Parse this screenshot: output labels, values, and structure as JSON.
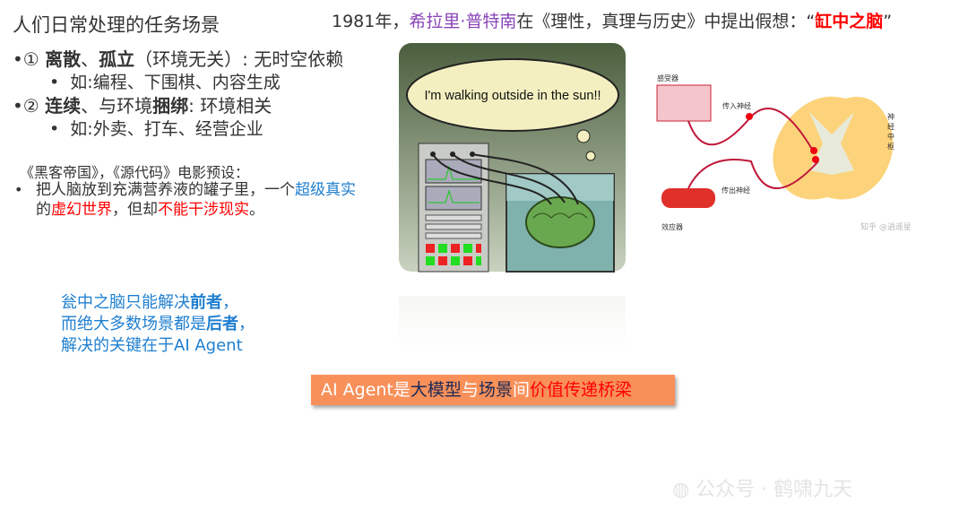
{
  "left": {
    "title": "人们日常处理的任务场景",
    "item1": {
      "num": "①",
      "bold1": "离散",
      "sep": "、",
      "bold2": "孤立",
      "rest": "（环境无关）: 无时空依赖",
      "example": "如:编程、下围棋、内容生成"
    },
    "item2": {
      "num": "②",
      "bold1": "连续",
      "mid": "、与环境",
      "bold2": "捆绑",
      "rest": ": 环境相关",
      "example": "如:外卖、打车、经营企业"
    },
    "movies": "《黑客帝国》，《源代码》电影预设：",
    "premise": {
      "p1": "把人脑放到充满营养液的罐子里，一个",
      "blue": "超级真实",
      "p2": "的",
      "red1": "虚幻世界",
      "p3": "，但却",
      "red2": "不能干涉现实",
      "p4": "。"
    },
    "conclusion": {
      "l1a": "瓮中之脑只能解决",
      "l1b": "前者",
      "l1c": "，",
      "l2a": "而绝大多数场景都是",
      "l2b": "后者",
      "l2c": "，",
      "l3": "解决的关键在于AI Agent"
    }
  },
  "header": {
    "year": "1981年，",
    "person": "希拉里·普特南",
    "mid": "在《理性，真理与历史》中提出假想：“",
    "term": "缸中之脑",
    "end": "”"
  },
  "illustration": {
    "speech": "I'm walking outside in the sun!!"
  },
  "nerve_diagram": {
    "receptor": "感受器",
    "afferent": "传入神经",
    "center": "神经中枢",
    "efferent": "传出神经",
    "effector": "效应器",
    "watermark": "知乎 @逍遥星"
  },
  "banner": {
    "a": "AI Agent是",
    "b": "大模型",
    "c": "与",
    "d": "场景",
    "e": "间",
    "f": "价值传递桥梁",
    "bg": "#f8905a"
  },
  "watermark": {
    "text": "公众号 · 鹤啸九天"
  }
}
